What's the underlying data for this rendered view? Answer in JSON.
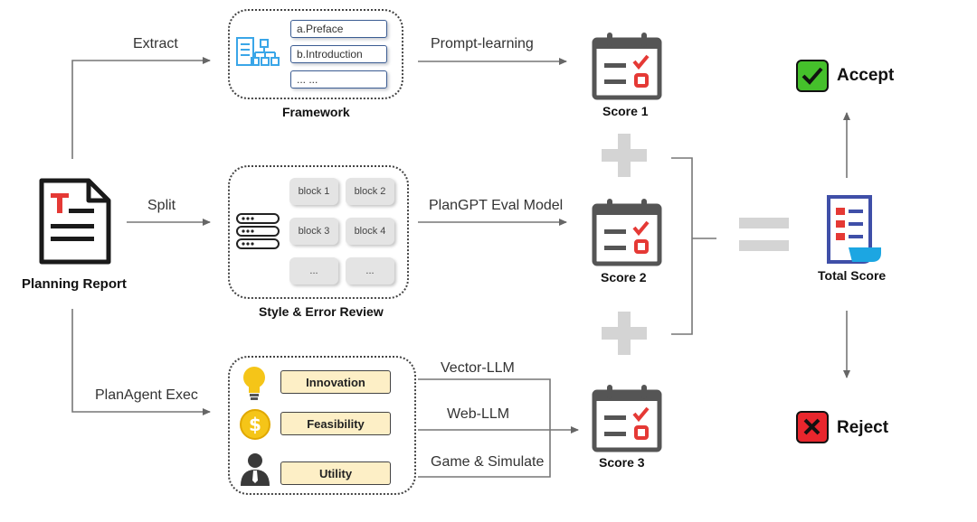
{
  "diagram": {
    "source": {
      "label": "Planning Report",
      "icon": "document-icon"
    },
    "branches": [
      {
        "edge_label": "Extract",
        "panel_title": "Framework",
        "panel_items": [
          "a.Preface",
          "b.Introduction",
          "... ..."
        ],
        "method_label": "Prompt-learning",
        "score_label": "Score 1"
      },
      {
        "edge_label": "Split",
        "panel_title": "Style & Error Review",
        "panel_items": [
          "block 1",
          "block 2",
          "block 3",
          "block 4",
          "...",
          "..."
        ],
        "method_label": "PlanGPT Eval Model",
        "score_label": "Score 2"
      },
      {
        "edge_label": "PlanAgent Exec",
        "panel_title": "",
        "panel_items": [
          "Innovation",
          "Feasibility",
          "Utility"
        ],
        "methods": [
          "Vector-LLM",
          "Web-LLM",
          "Game & Simulate"
        ],
        "score_label": "Score 3"
      }
    ],
    "total": {
      "label": "Total Score"
    },
    "outcomes": {
      "accept": "Accept",
      "reject": "Reject"
    },
    "colors": {
      "accent_red": "#e53935",
      "icon_gray": "#555555",
      "accept_green": "#45c02b",
      "reject_red": "#e8262d",
      "criteria_fill": "#fdefc6",
      "total_blue": "#3f4fa8",
      "total_cyan": "#1ca6e2"
    }
  }
}
